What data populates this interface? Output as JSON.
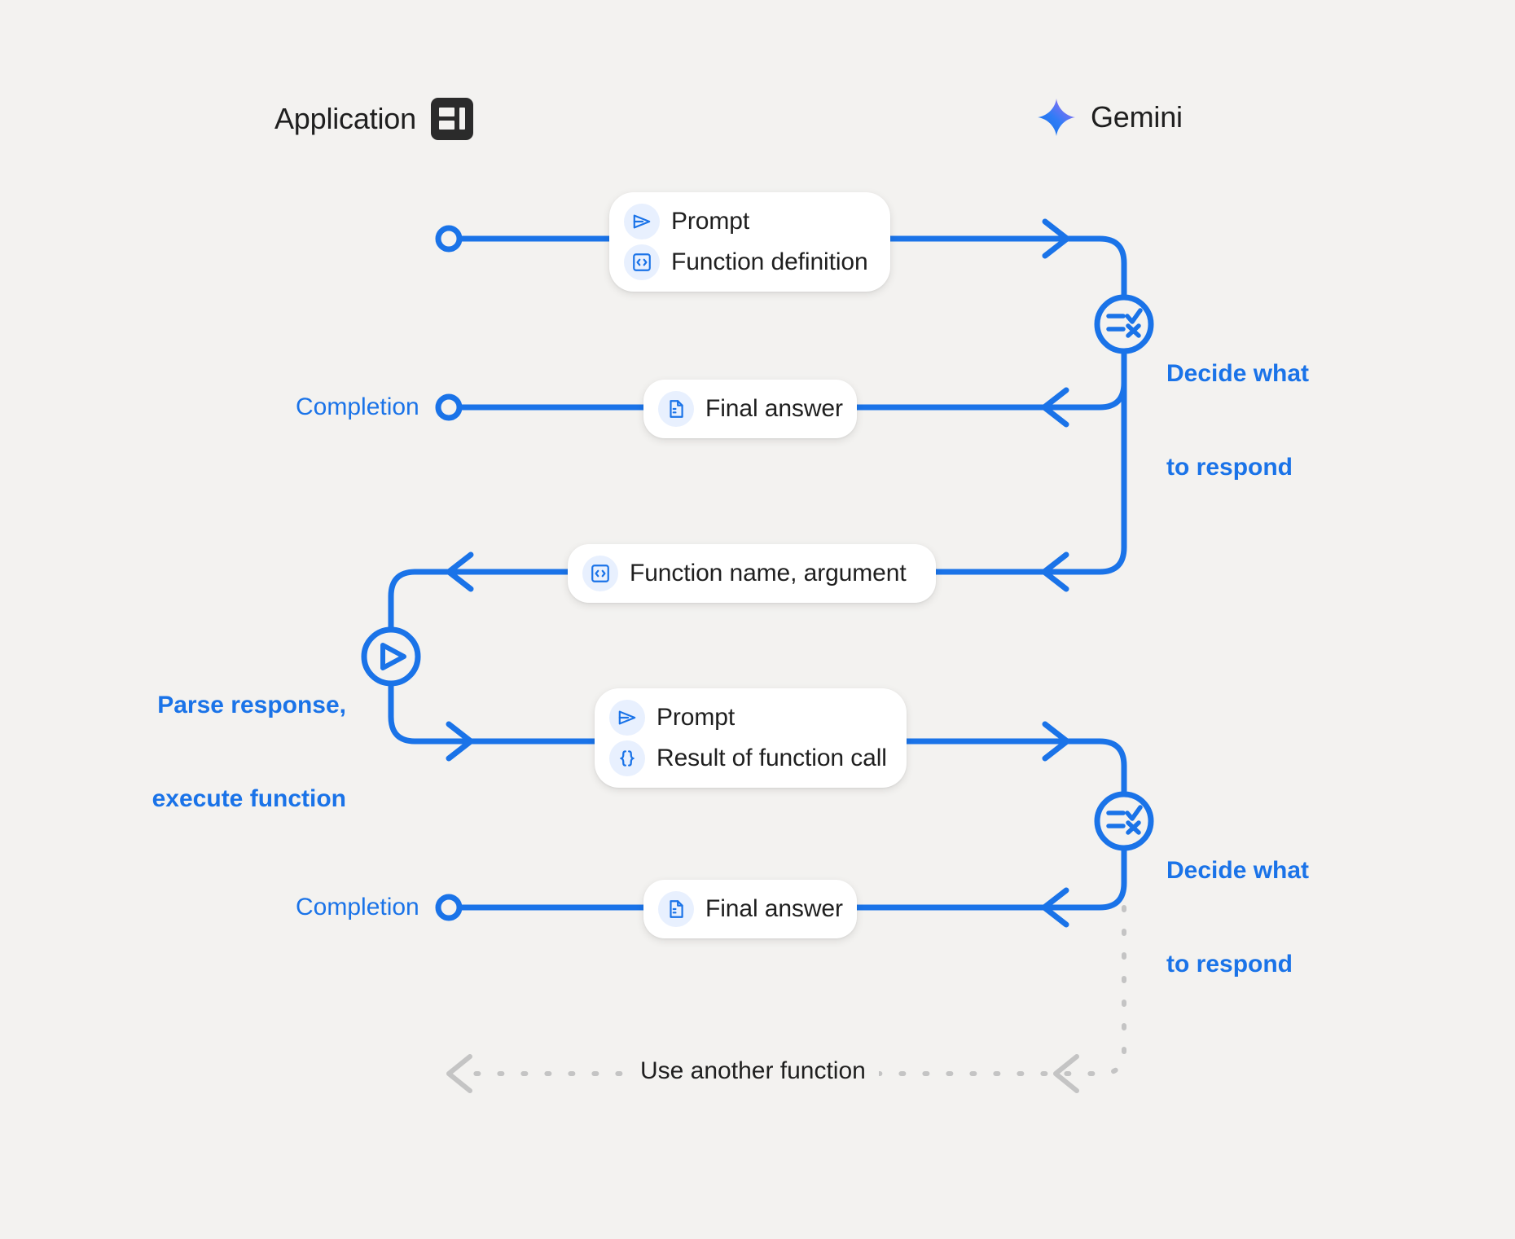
{
  "diagram": {
    "title": "Gemini function calling sequence",
    "background_color": "#f3f2f0",
    "accent_color": "#1a73e8",
    "muted_color": "#c4c4c4",
    "text_color": "#1f1f1f"
  },
  "lanes": [
    {
      "id": "application",
      "label": "Application",
      "icon": "application-window-icon"
    },
    {
      "id": "gemini",
      "label": "Gemini",
      "icon": "gemini-sparkle-icon"
    }
  ],
  "messages": [
    {
      "id": "prompt-function-definition",
      "direction": "application-to-gemini",
      "rows": [
        {
          "icon": "send-prompt-icon",
          "label": "Prompt"
        },
        {
          "icon": "code-brackets-icon",
          "label": "Function definition"
        }
      ]
    },
    {
      "id": "final-answer-1",
      "direction": "gemini-to-application",
      "rows": [
        {
          "icon": "document-icon",
          "label": "Final answer"
        }
      ]
    },
    {
      "id": "function-name-argument",
      "direction": "gemini-to-application",
      "rows": [
        {
          "icon": "code-brackets-icon",
          "label": "Function name,  argument"
        }
      ]
    },
    {
      "id": "prompt-result-of-function-call",
      "direction": "application-to-gemini",
      "rows": [
        {
          "icon": "send-prompt-icon",
          "label": "Prompt"
        },
        {
          "icon": "curly-braces-icon",
          "label": "Result of function call"
        }
      ]
    },
    {
      "id": "final-answer-2",
      "direction": "gemini-to-application",
      "rows": [
        {
          "icon": "document-icon",
          "label": "Final answer"
        }
      ]
    }
  ],
  "annotations": {
    "completion_1": "Completion",
    "completion_2": "Completion",
    "decide_1_line_1": "Decide what",
    "decide_1_line_2": "to respond",
    "decide_2_line_1": "Decide what",
    "decide_2_line_2": "to respond",
    "parse_line_1": "Parse response,",
    "parse_line_2": "execute function",
    "loop_back": "Use another function"
  },
  "nodes": [
    {
      "id": "decide-1",
      "icon": "decision-checklist-icon",
      "lane": "gemini"
    },
    {
      "id": "decide-2",
      "icon": "decision-checklist-icon",
      "lane": "gemini"
    },
    {
      "id": "execute-function",
      "icon": "play-circle-icon",
      "lane": "application"
    }
  ]
}
